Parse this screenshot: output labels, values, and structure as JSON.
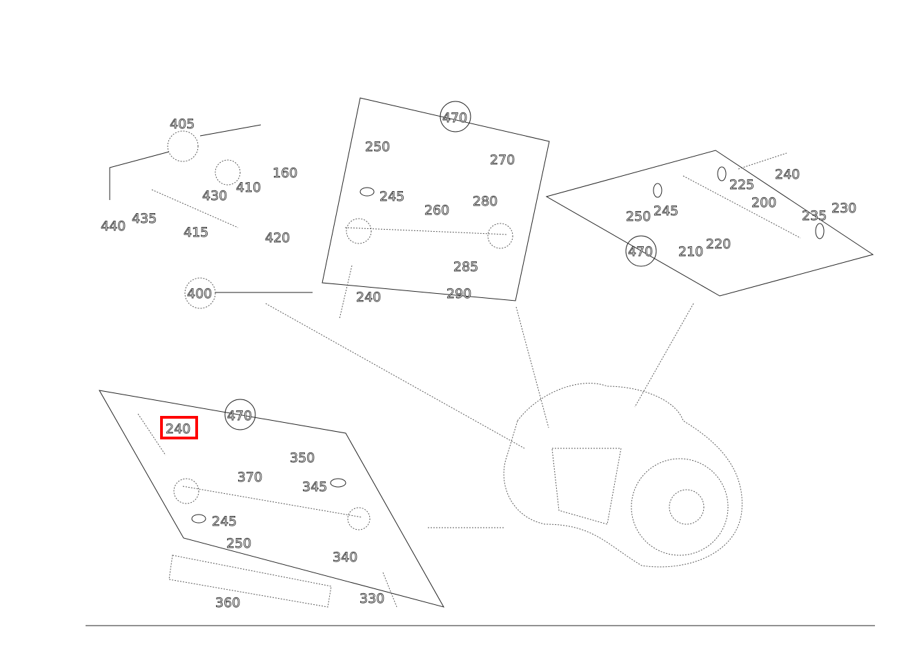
{
  "diagram": {
    "highlight_color": "#ff0000",
    "top_left_group": {
      "labels": [
        "405",
        "160",
        "410",
        "430",
        "440",
        "435",
        "415",
        "420"
      ],
      "callout": "400"
    },
    "top_middle_box": {
      "callout": "470",
      "labels": [
        "250",
        "270",
        "245",
        "280",
        "260",
        "285",
        "290",
        "240"
      ]
    },
    "right_box": {
      "callout": "470",
      "labels": [
        "240",
        "225",
        "200",
        "250",
        "245",
        "235",
        "230",
        "220",
        "210"
      ]
    },
    "bottom_left_box": {
      "callout": "470",
      "highlighted_label": "240",
      "labels": [
        "350",
        "370",
        "345",
        "245",
        "250",
        "340",
        "360",
        "330"
      ]
    }
  }
}
